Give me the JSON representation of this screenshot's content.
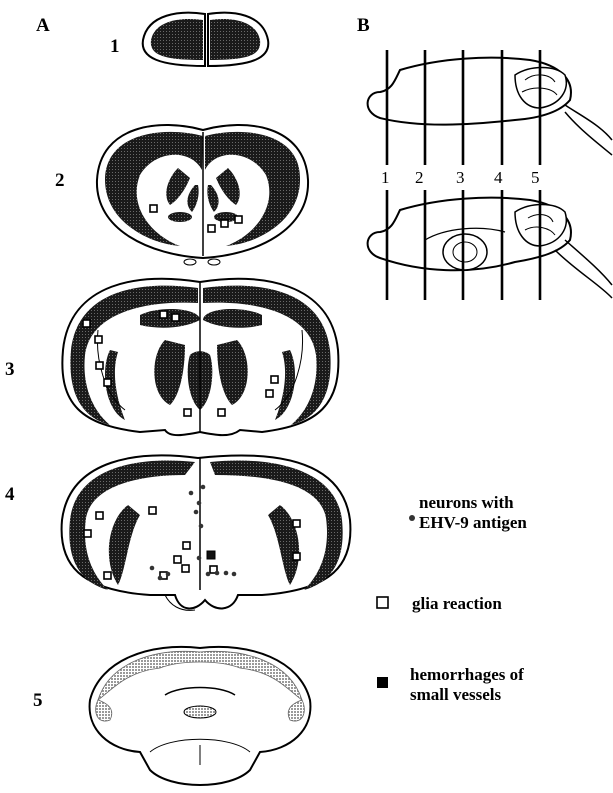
{
  "panel_a": {
    "label": "A",
    "sections": [
      {
        "label": "1"
      },
      {
        "label": "2"
      },
      {
        "label": "3"
      },
      {
        "label": "4"
      },
      {
        "label": "5"
      }
    ]
  },
  "panel_b": {
    "label": "B",
    "cut_labels": [
      "1",
      "2",
      "3",
      "4",
      "5"
    ]
  },
  "legend": {
    "neurons": {
      "line1": "neurons with",
      "line2": "EHV-9 antigen",
      "marker": "dot"
    },
    "glia": {
      "text": "glia reaction",
      "marker": "open-square"
    },
    "hemorrhage": {
      "line1": "hemorrhages of",
      "line2": "small vessels",
      "marker": "filled-square"
    }
  },
  "colors": {
    "ink": "#000000",
    "stipple": "#8a8a8a",
    "paper": "#ffffff"
  }
}
